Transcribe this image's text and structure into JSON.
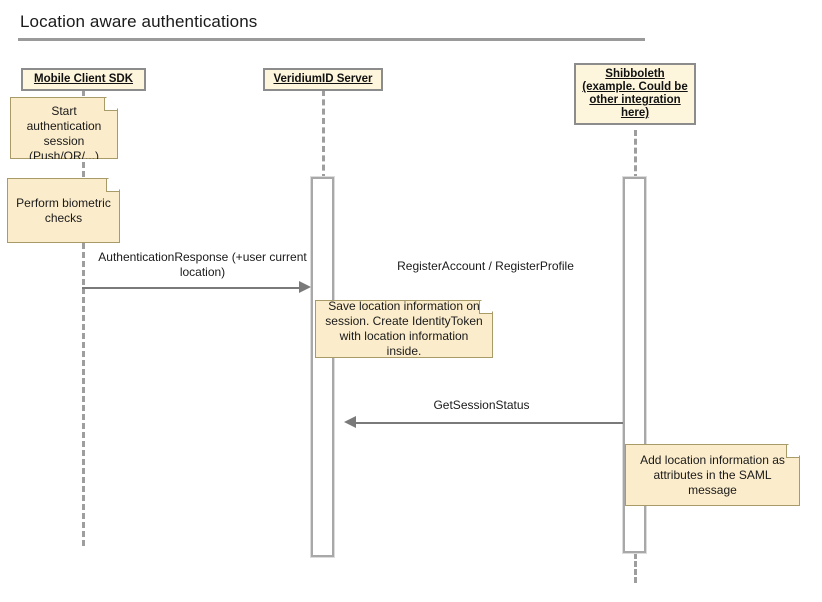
{
  "diagram": {
    "title": "Location aware authentications",
    "type": "uml-sequence-diagram",
    "colors": {
      "participant_fill": "#fdf6dd",
      "participant_border": "#8c8c8c",
      "note_fill": "#fbeccb",
      "note_border": "#a89b67",
      "lifeline": "#9e9e9e",
      "message": "#7a7a7a",
      "activation_fill": "#ffffff",
      "activation_border": "#a8a8a8",
      "title_rule": "#9a9a9a"
    },
    "participants": [
      {
        "id": "mobile-client-sdk",
        "lines": [
          "Mobile Client SDK"
        ]
      },
      {
        "id": "veridiumid-server",
        "lines": [
          "VeridiumID Server"
        ]
      },
      {
        "id": "shibboleth",
        "lines": [
          "Shibboleth",
          "(example. Could be",
          "other integration",
          "here)"
        ]
      }
    ],
    "notes": [
      {
        "id": "note-start-authentication",
        "lines": [
          "Start",
          "authentication",
          "session",
          "(Push/QR/...)"
        ],
        "attached_to": "mobile-client-sdk"
      },
      {
        "id": "note-perform-biometric-checks",
        "lines": [
          "Perform biometric",
          "checks"
        ],
        "attached_to": "mobile-client-sdk"
      },
      {
        "id": "note-save-location-information",
        "lines": [
          "Save location information on",
          "session. Create IdentityToken",
          "with location information inside."
        ],
        "attached_to": "veridiumid-server"
      },
      {
        "id": "note-add-location-saml",
        "lines": [
          "Add location information as",
          "attributes in the SAML",
          "message"
        ],
        "attached_to": "shibboleth"
      }
    ],
    "messages": [
      {
        "id": "msg-authentication-response",
        "lines": [
          "AuthenticationResponse (+user current",
          "location)"
        ],
        "from": "mobile-client-sdk",
        "to": "veridiumid-server",
        "direction": "right"
      },
      {
        "id": "msg-register-account",
        "lines": [
          "RegisterAccount / RegisterProfile"
        ],
        "from": "veridiumid-server",
        "to": "shibboleth",
        "direction": "none"
      },
      {
        "id": "msg-get-session-status",
        "lines": [
          "GetSessionStatus"
        ],
        "from": "shibboleth",
        "to": "veridiumid-server",
        "direction": "left"
      }
    ]
  }
}
